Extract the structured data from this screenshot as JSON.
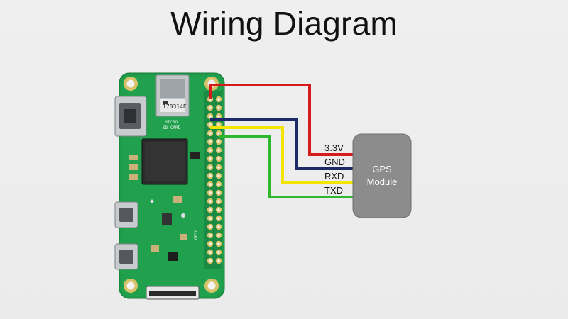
{
  "title": "Wiring Diagram",
  "board": {
    "card_slot_lines": [
      "MICRO",
      "SD CARD"
    ],
    "chip_code": "170314E",
    "silk_label": "GPIO",
    "colors": {
      "pcb": "#1f9b4a",
      "pcb_dark": "#14803a",
      "soc": "#2b2b2b",
      "metal": "#bfc3c6"
    }
  },
  "gps_module": {
    "label_line1": "GPS",
    "label_line2": "Module",
    "color": "#8c8c8c"
  },
  "wires": [
    {
      "label": "3.3V",
      "color": "#d71a1a"
    },
    {
      "label": "GND",
      "color": "#1a2a6b"
    },
    {
      "label": "RXD",
      "color": "#f2e600"
    },
    {
      "label": "TXD",
      "color": "#2eb82e"
    }
  ]
}
